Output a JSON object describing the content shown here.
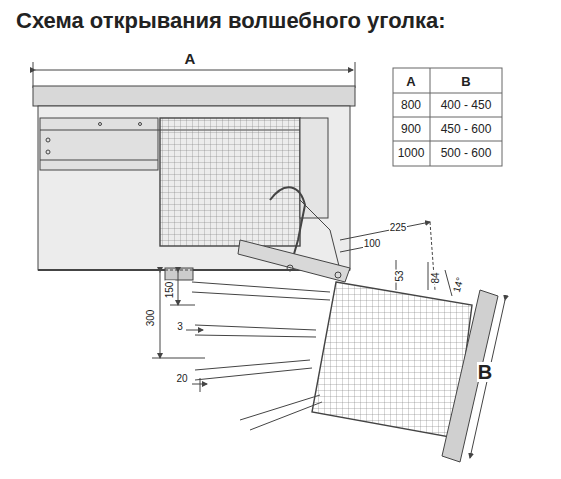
{
  "diagram": {
    "title": "Схема открывания волшебного уголка:",
    "labels": [
      "A",
      "A",
      "B",
      "800",
      "400 - 450",
      "900",
      "450 - 600",
      "1000",
      "500 - 600",
      "225",
      "100",
      "53",
      "84",
      "14°",
      "150",
      "300",
      "3",
      "20",
      "B"
    ]
  }
}
